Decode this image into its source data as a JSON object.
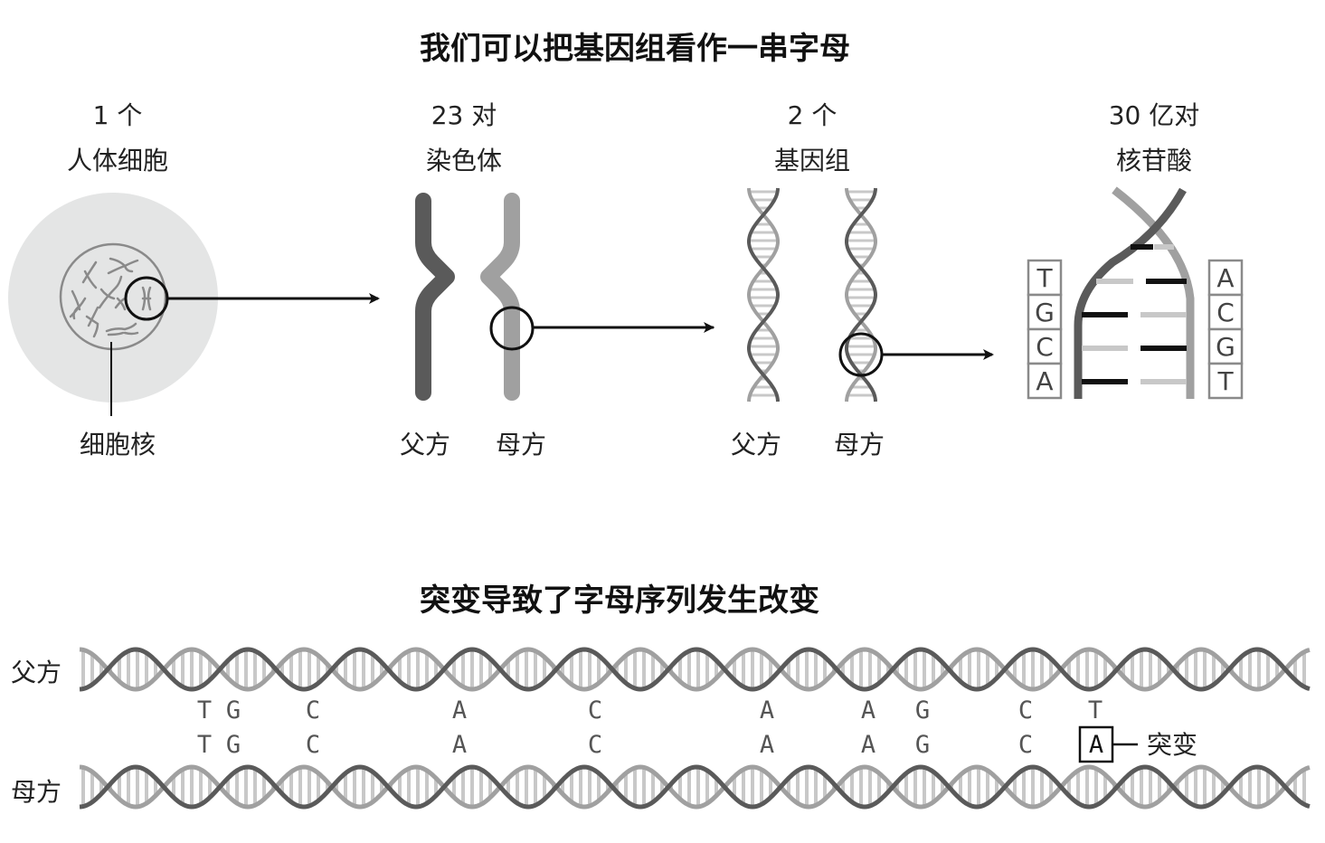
{
  "top_section": {
    "title": "我们可以把基因组看作一串字母",
    "stages": [
      {
        "count": "1 个",
        "name": "人体细胞"
      },
      {
        "count": "23 对",
        "name": "染色体"
      },
      {
        "count": "2 个",
        "name": "基因组"
      },
      {
        "count": "30 亿对",
        "name": "核苷酸"
      }
    ],
    "nucleus_label": "细胞核",
    "chromosome_labels": [
      "父方",
      "母方"
    ],
    "genome_labels": [
      "父方",
      "母方"
    ],
    "nucleotide_left": [
      "T",
      "G",
      "C",
      "A"
    ],
    "nucleotide_right": [
      "A",
      "C",
      "G",
      "T"
    ]
  },
  "bottom_section": {
    "title": "突变导致了字母序列发生改变",
    "paternal_label": "父方",
    "maternal_label": "母方",
    "paternal_sequence": [
      "T",
      "G",
      "C",
      "A",
      "C",
      "A",
      "A",
      "G",
      "C",
      "T"
    ],
    "maternal_sequence": [
      "T",
      "G",
      "C",
      "A",
      "C",
      "A",
      "A",
      "G",
      "C",
      "A"
    ],
    "mutation_index": 9,
    "mutation_label": "突变"
  },
  "colors": {
    "dark_strand": "#5a5a5a",
    "light_strand": "#a0a0a0",
    "rung": "#c8c8c8",
    "cell_fill": "#e4e5e5",
    "black": "#111111"
  }
}
